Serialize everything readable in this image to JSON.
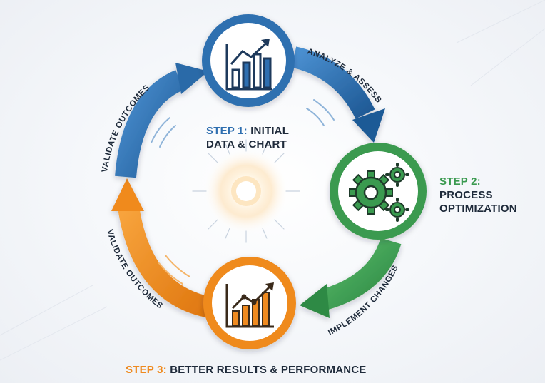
{
  "steps": [
    {
      "num": "STEP 1:",
      "text": "INITIAL DATA & CHART",
      "line1": "INITIAL",
      "line2": "DATA & CHART",
      "color": "#2f6fb0",
      "icon": "bar-chart-icon"
    },
    {
      "num": "STEP 2:",
      "text": "PROCESS OPTIMIZATION",
      "line1": "PROCESS",
      "line2": "OPTIMIZATION",
      "color": "#3a9a4f",
      "icon": "gears-icon"
    },
    {
      "num": "STEP 3:",
      "text": "BETTER RESULTS & PERFORMANCE",
      "color": "#ef8a1f",
      "icon": "trend-chart-icon"
    }
  ],
  "arrows": {
    "analyze": "ANALYZE & ASSESS",
    "implement": "IMPLEMENT CHANGES",
    "validate_lower": "VALIDATE OUTCOMES",
    "validate_upper": "VALIDATE OUTCOMES"
  },
  "colors": {
    "blue": "#2f6fb0",
    "green": "#3a9a4f",
    "orange": "#ef8a1f",
    "navy": "#1e2a3a"
  }
}
